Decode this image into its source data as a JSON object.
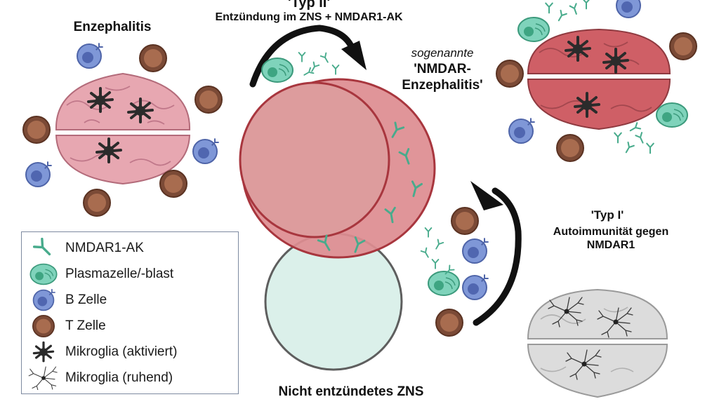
{
  "labels": {
    "typ2_title": "'Typ II'",
    "typ2_subtitle": "Entzündung im ZNS + NMDAR1-AK",
    "enzephalitis": "Enzephalitis",
    "sogenannte": "sogenannte",
    "nmdar_enzephalitis": "'NMDAR-\nEnzephalitis'",
    "typ1_title": "'Typ I'",
    "typ1_subtitle": "Autoimmunität gegen\nNMDAR1",
    "nicht_entzuendet": "Nicht entzündetes ZNS"
  },
  "legend": [
    {
      "icon": "antibody-icon",
      "label": "NMDAR1-AK"
    },
    {
      "icon": "plasma-cell-icon",
      "label": "Plasmazelle/-blast"
    },
    {
      "icon": "b-cell-icon",
      "label": "B Zelle"
    },
    {
      "icon": "t-cell-icon",
      "label": "T Zelle"
    },
    {
      "icon": "microglia-activated-icon",
      "label": "Mikroglia (aktiviert)"
    },
    {
      "icon": "microglia-resting-icon",
      "label": "Mikroglia (ruhend)"
    }
  ],
  "colors": {
    "brain_pink": "#e7a7b1",
    "brain_red": "#cf5f66",
    "brain_grey": "#dcdcdc",
    "circle_red": "#de8d91",
    "circle_mint": "#dbf0ea",
    "antibody": "#48ab8c",
    "plasma_cell": "#7fd3bb",
    "b_cell": "#7f97d7",
    "t_cell": "#7b4a36",
    "arrow": "#111111"
  }
}
